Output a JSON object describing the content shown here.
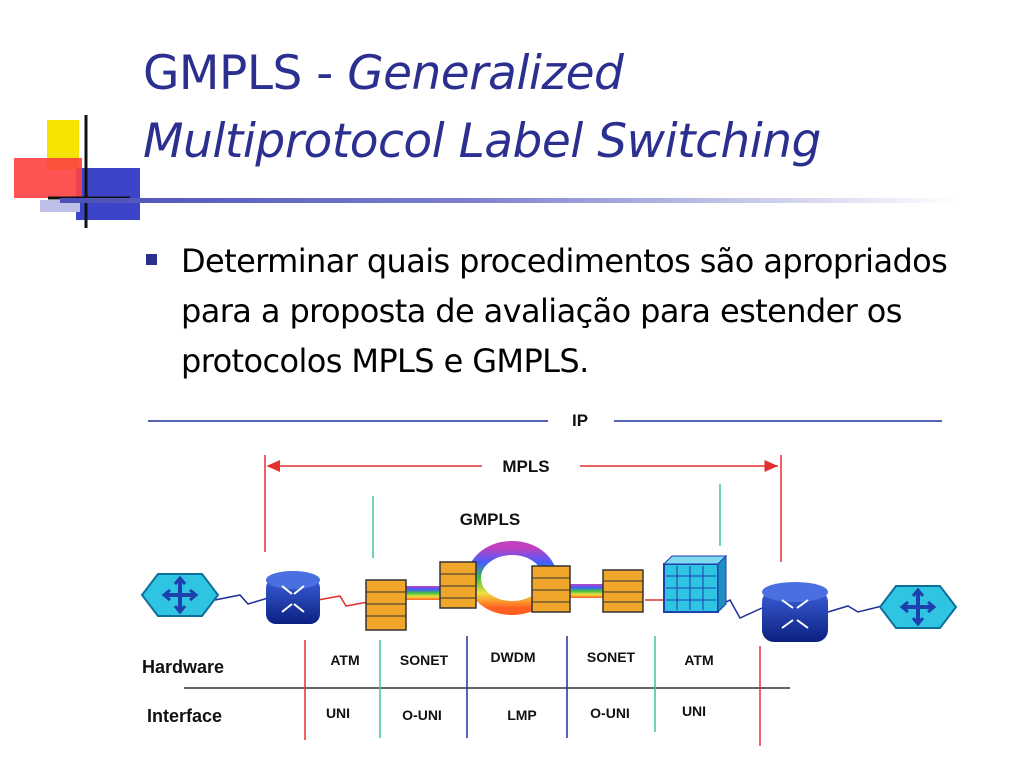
{
  "slide": {
    "title_plain": "GMPLS - ",
    "title_italic_1": "Generalized",
    "title_italic_2": "Multiprotocol Label Switching",
    "bullet": "Determinar quais procedimentos são apropriados para a proposta de avaliação para estender os protocolos MPLS e GMPLS."
  },
  "diagram": {
    "ip_label": "IP",
    "mpls_label": "MPLS",
    "gmpls_label": "GMPLS",
    "rows": {
      "hardware": "Hardware",
      "interface": "Interface"
    },
    "hardware": [
      "ATM",
      "SONET",
      "DWDM",
      "SONET",
      "ATM"
    ],
    "interface": [
      "UNI",
      "O-UNI",
      "LMP",
      "O-UNI",
      "UNI"
    ]
  },
  "colors": {
    "title": "#2b2f8f",
    "ip_line": "#1f2f9a",
    "mpls_line": "#e23030",
    "gmpls_line": "#3cc5a0",
    "device_blue": "#1e3fae",
    "device_cyan": "#2ec4e2",
    "switch_orange": "#f0a62a"
  },
  "icons": [
    "ip-router-icon",
    "mpls-router-icon",
    "sonet-switch-icon",
    "dwdm-ring-icon",
    "atm-switch-icon"
  ]
}
